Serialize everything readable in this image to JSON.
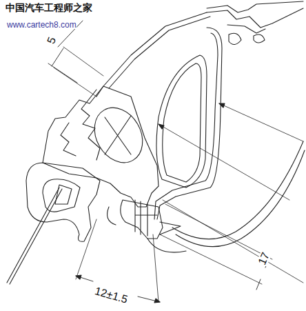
{
  "diagram": {
    "labels": [
      "中国汽车工程师之家",
      "www.cartech8.com",
      "5",
      "12±1.5",
      "17"
    ]
  }
}
